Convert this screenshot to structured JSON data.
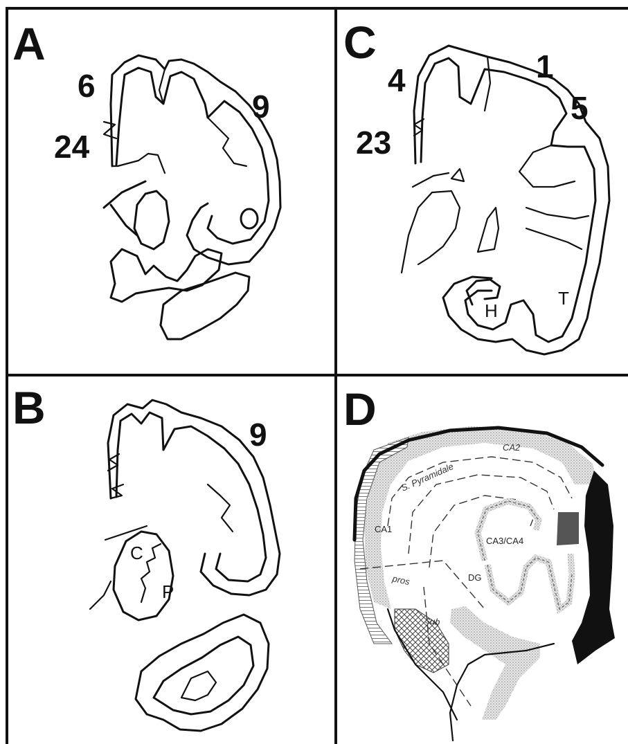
{
  "panels": {
    "A": {
      "letter": "A",
      "labels": {
        "area_6": "6",
        "area_24": "24",
        "area_9": "9"
      }
    },
    "B": {
      "letter": "B",
      "labels": {
        "area_9": "9",
        "C": "C",
        "P": "P"
      }
    },
    "C": {
      "letter": "C",
      "labels": {
        "area_4": "4",
        "area_1": "1",
        "area_5": "5",
        "area_23": "23",
        "H": "H",
        "T": "T"
      }
    },
    "D": {
      "letter": "D",
      "labels": {
        "CA2": "CA2",
        "s_pyramidale": "S. Pyramidale",
        "CA1": "CA1",
        "CA3_CA4": "CA3/CA4",
        "DG": "DG",
        "pros": "pros",
        "sub": "sub"
      }
    }
  },
  "colors": {
    "ink": "#111111",
    "stipple": "#bdbdbd",
    "background": "#ffffff"
  }
}
